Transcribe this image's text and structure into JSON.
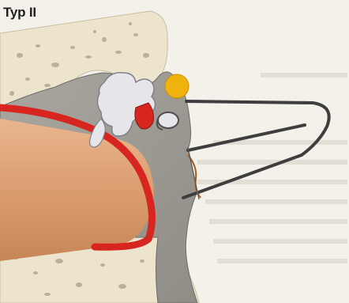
{
  "figure": {
    "title": "Typ II",
    "colors": {
      "background": "#f3f1e9",
      "bone": "#ece4cc",
      "bone_speckle": "#b9b095",
      "soft_tissue_gray": "#9c9a93",
      "ossicle": "#e6e5ea",
      "prosthesis_red": "#d7261f",
      "outline_dark": "#3e3e3e",
      "implant_yellow": "#f0b30d",
      "cylinder_tan": "#d89b6f",
      "crust_brown": "#a3591d"
    },
    "icons": [
      "dark-wire-outline",
      "yellow-disc-marker",
      "red-crust-band",
      "tan-cylinder"
    ]
  }
}
